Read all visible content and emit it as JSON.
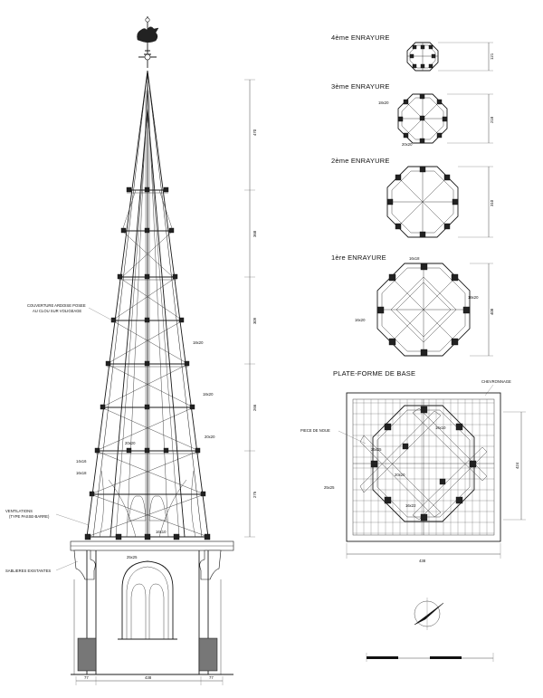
{
  "plans": {
    "plan4": {
      "title": "4ème ENRAYURE",
      "dim": "121"
    },
    "plan3": {
      "title": "3ème ENRAYURE",
      "dim": "218",
      "label_a": "18x20",
      "label_b": "20x20"
    },
    "plan2": {
      "title": "2ème ENRAYURE",
      "dim": "310"
    },
    "plan1": {
      "title": "1ère ENRAYURE",
      "dim": "408",
      "label_top": "16x18",
      "label_right": "18x20",
      "label_left": "16x20"
    },
    "base": {
      "title": "PLATE-FORME DE BASE",
      "chevronnage": "CHEVRONNAGE",
      "piece_de_noue": "PIECE DE NOUE",
      "dim_width": "438",
      "dim_height": "424",
      "labels": [
        "25x25",
        "25x25",
        "16x10",
        "20x20",
        "16x22"
      ]
    }
  },
  "elevation": {
    "annotations": {
      "couverture": "COUVERTURE ARDOISE POSEE AU CLOU SUR VOLIGEAGE",
      "ventilations": "VENTILATIONS (TYPE PASSE-BARRE)",
      "sablieres": "SABLIERES EXISTANTES"
    },
    "section_labels": [
      "18x20",
      "18x20",
      "20x20",
      "20x20",
      "14x16",
      "16x18",
      "16x10",
      "25x25"
    ],
    "height_dims": [
      "470",
      "368",
      "309",
      "266",
      "275"
    ],
    "bottom_dims": [
      "77",
      "438",
      "77"
    ]
  }
}
